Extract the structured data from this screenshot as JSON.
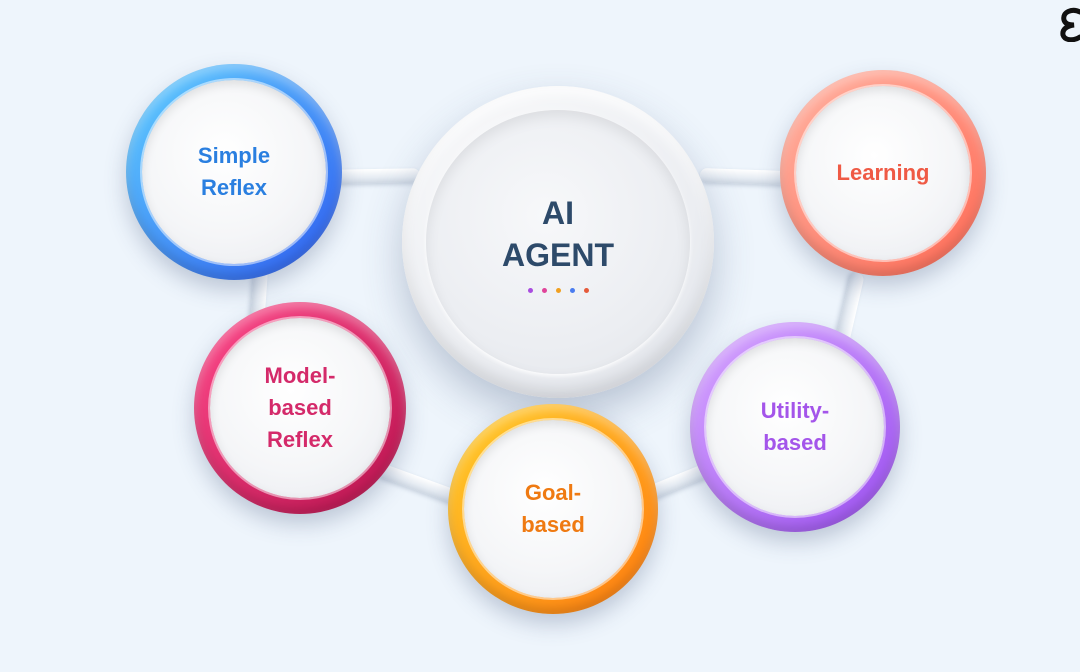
{
  "center": {
    "title": "AI\nAGENT",
    "dot_colors": [
      "#a94de0",
      "#e0449a",
      "#f0a020",
      "#4a7cf0",
      "#e55a3a"
    ]
  },
  "nodes": [
    {
      "id": "simple-reflex",
      "label": "Simple\nReflex",
      "text_color": "#2a7fe0",
      "ring_from": "#5fd0ff",
      "ring_to": "#2f5cf0"
    },
    {
      "id": "learning",
      "label": "Learning",
      "text_color": "#ef5a45",
      "ring_from": "#ffb3a2",
      "ring_to": "#ff6a55"
    },
    {
      "id": "model-based-reflex",
      "label": "Model-\nbased\nReflex",
      "text_color": "#d42a6a",
      "ring_from": "#ff4a8a",
      "ring_to": "#b8124e"
    },
    {
      "id": "utility-based",
      "label": "Utility-\nbased",
      "text_color": "#a455ea",
      "ring_from": "#d7a7ff",
      "ring_to": "#9b4ff0"
    },
    {
      "id": "goal-based",
      "label": "Goal-\nbased",
      "text_color": "#ef7a12",
      "ring_from": "#ffcf2a",
      "ring_to": "#ff7a10"
    }
  ],
  "logo": {
    "icon": "brand-logo-icon",
    "color": "#111111"
  }
}
